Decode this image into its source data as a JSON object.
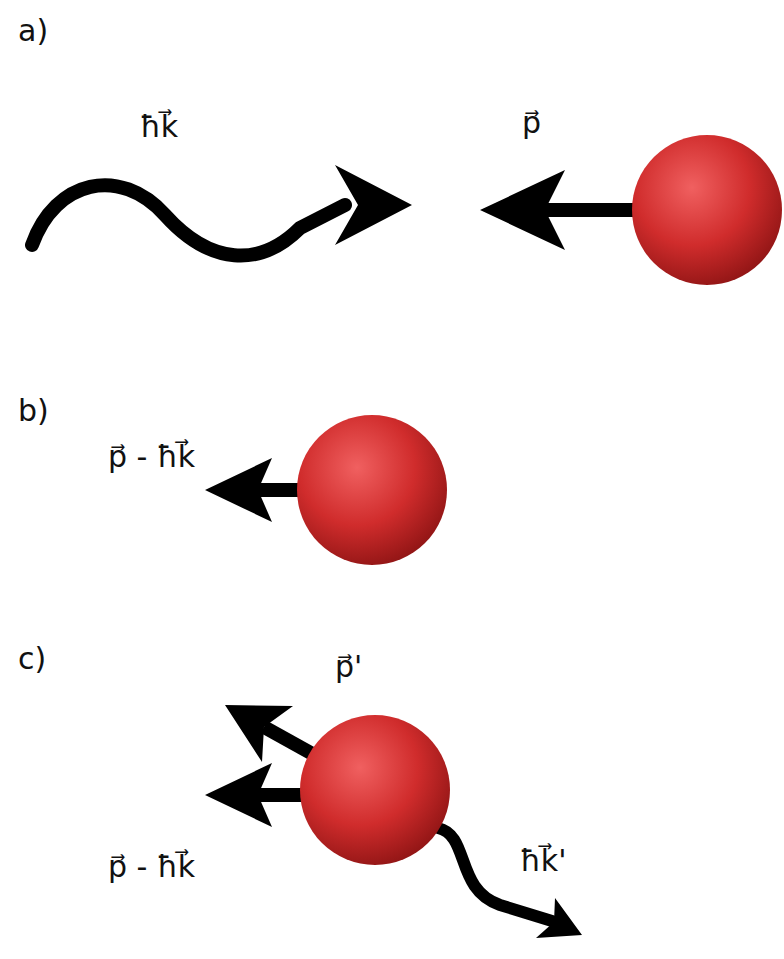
{
  "diagram": {
    "labels": [
      "a)",
      "ħk⃗",
      "p⃗",
      "b)",
      "p⃗ - ħk⃗",
      "c)",
      "p⃗'",
      "p⃗ - ħk⃗",
      "ħk⃗'"
    ]
  }
}
